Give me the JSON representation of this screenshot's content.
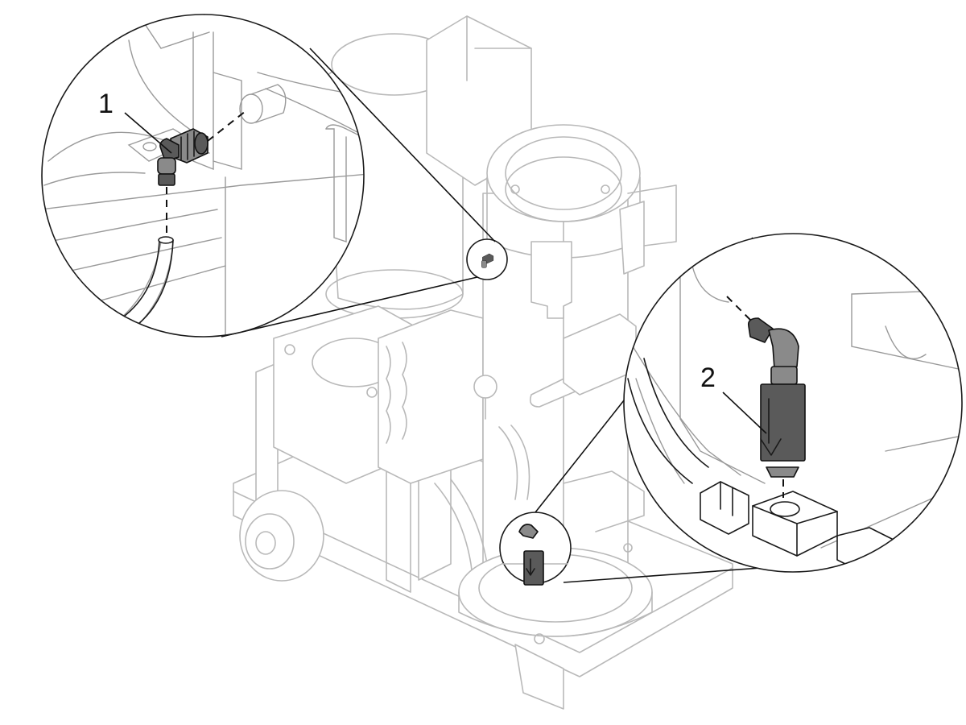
{
  "callouts": [
    {
      "number": "1",
      "part": "elbow-fitting"
    },
    {
      "number": "2",
      "part": "flow-indicator-with-elbow"
    }
  ],
  "colors": {
    "background": "#ffffff",
    "ghost_outline": "#b9b9b9",
    "ink": "#1a1a1a",
    "highlight_part": "#5a5a5a"
  }
}
